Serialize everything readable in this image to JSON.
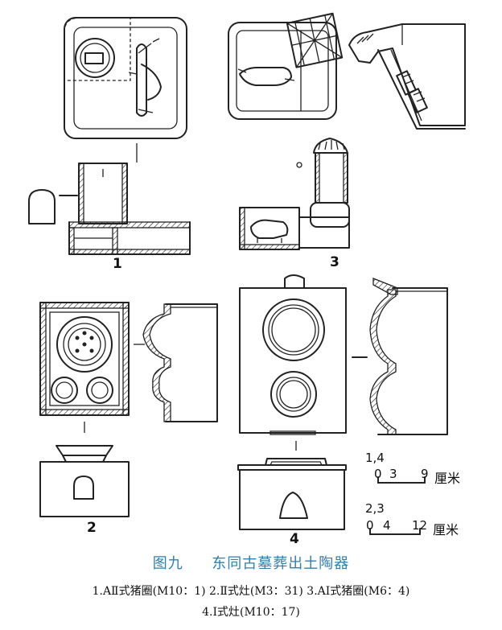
{
  "labels": {
    "fig1": "1",
    "fig2": "2",
    "fig3": "3",
    "fig4": "4"
  },
  "scales": [
    {
      "group": "1,4",
      "ticks": [
        "0",
        "3",
        "9"
      ],
      "unit": "厘米"
    },
    {
      "group": "2,3",
      "ticks": [
        "0",
        "4",
        "12"
      ],
      "unit": "厘米"
    }
  ],
  "title": {
    "figure_no": "图九",
    "text": "东同古墓葬出土陶器"
  },
  "caption": {
    "line1": "1.AⅡ式猪圈(M10：1)  2.Ⅱ式灶(M3：31)  3.AⅠ式猪圈(M6：4)",
    "line2": "4.Ⅰ式灶(M10：17)"
  }
}
